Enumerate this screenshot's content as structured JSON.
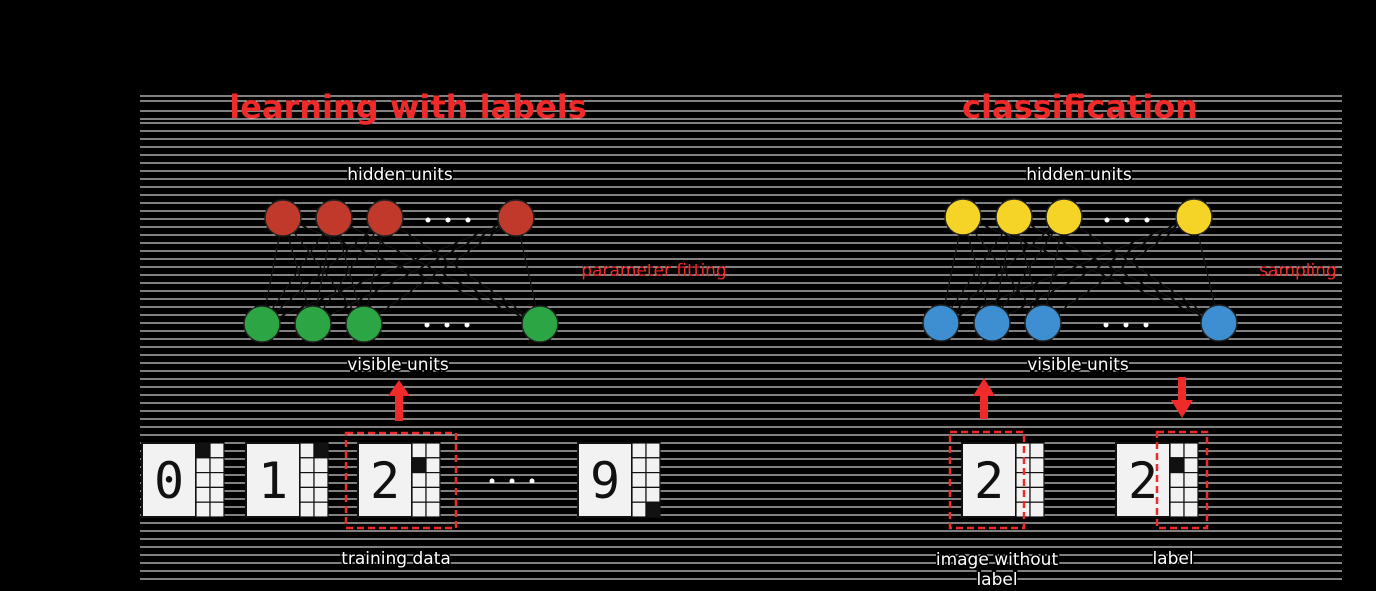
{
  "left_panel": {
    "title": "learning with labels",
    "hidden_label": "hidden units",
    "visible_label": "visible units",
    "side_label": "parameter fitting",
    "data_label": "training data",
    "hidden_color": "#c0392b",
    "visible_color": "#2ca644",
    "digits": [
      "0",
      "1",
      "2",
      "9"
    ]
  },
  "right_panel": {
    "title": "classification",
    "hidden_label": "hidden units",
    "visible_label": "visible units",
    "side_label": "sampling",
    "image_label_line1": "image without",
    "image_label_line2": "label",
    "label_label": "label",
    "hidden_color": "#f5d327",
    "visible_color": "#3d8fd1",
    "digits": [
      "2",
      "2"
    ]
  },
  "colors": {
    "accent": "#ee2a2a",
    "background": "#000000",
    "stripes": "#ffffff"
  }
}
